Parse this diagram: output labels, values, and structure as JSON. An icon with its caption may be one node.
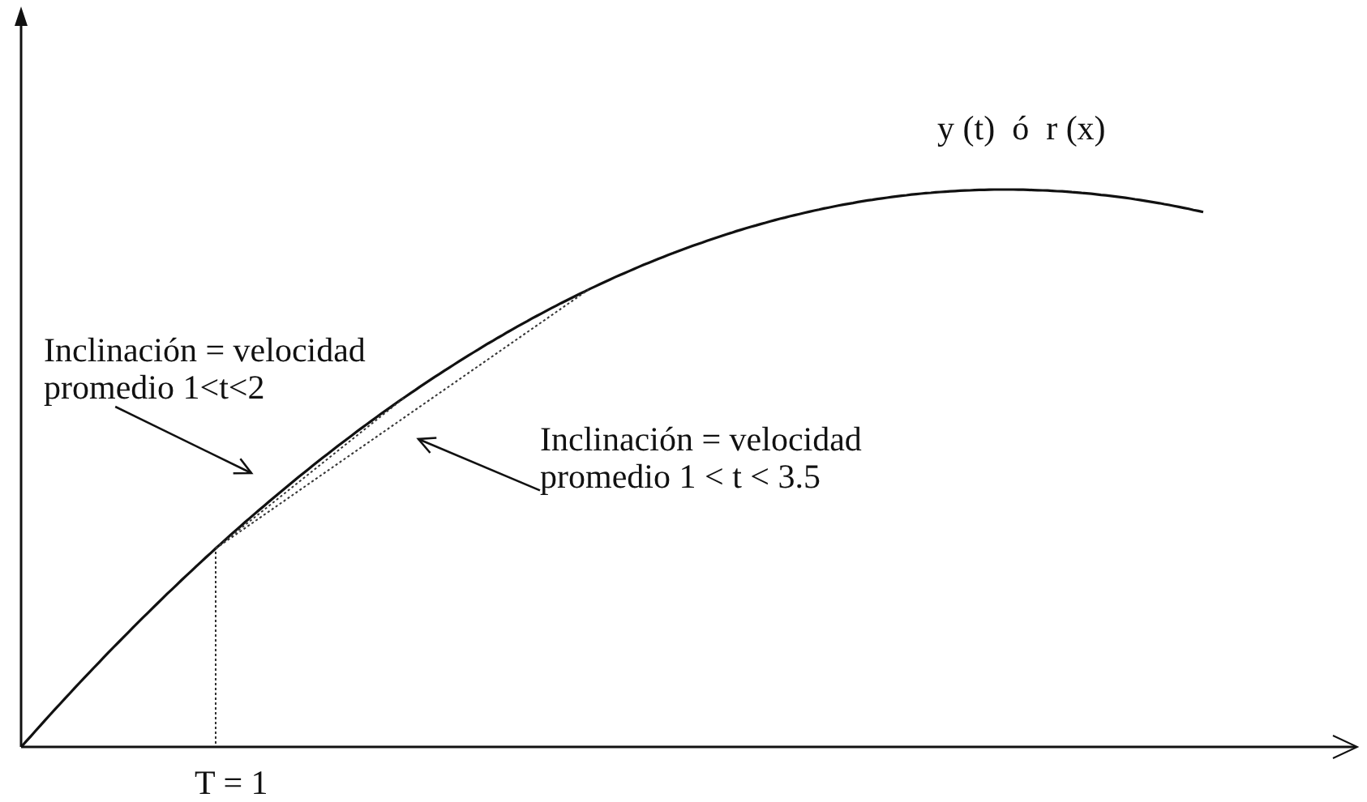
{
  "diagram": {
    "nodes": [
      {
        "text": [
          "Inclinación = velocidad promedio 1<t<2"
        ]
      },
      {
        "text": [
          "Inclinación = velocidad promedio 1 < t < 3.5"
        ]
      }
    ],
    "edges": [
      {
        "from": 0,
        "to": null,
        "arrow": "to"
      },
      {
        "from": 1,
        "to": null,
        "arrow": "to"
      }
    ],
    "labels": [
      "y (t)  ó  r (x)",
      "T = 1"
    ]
  }
}
